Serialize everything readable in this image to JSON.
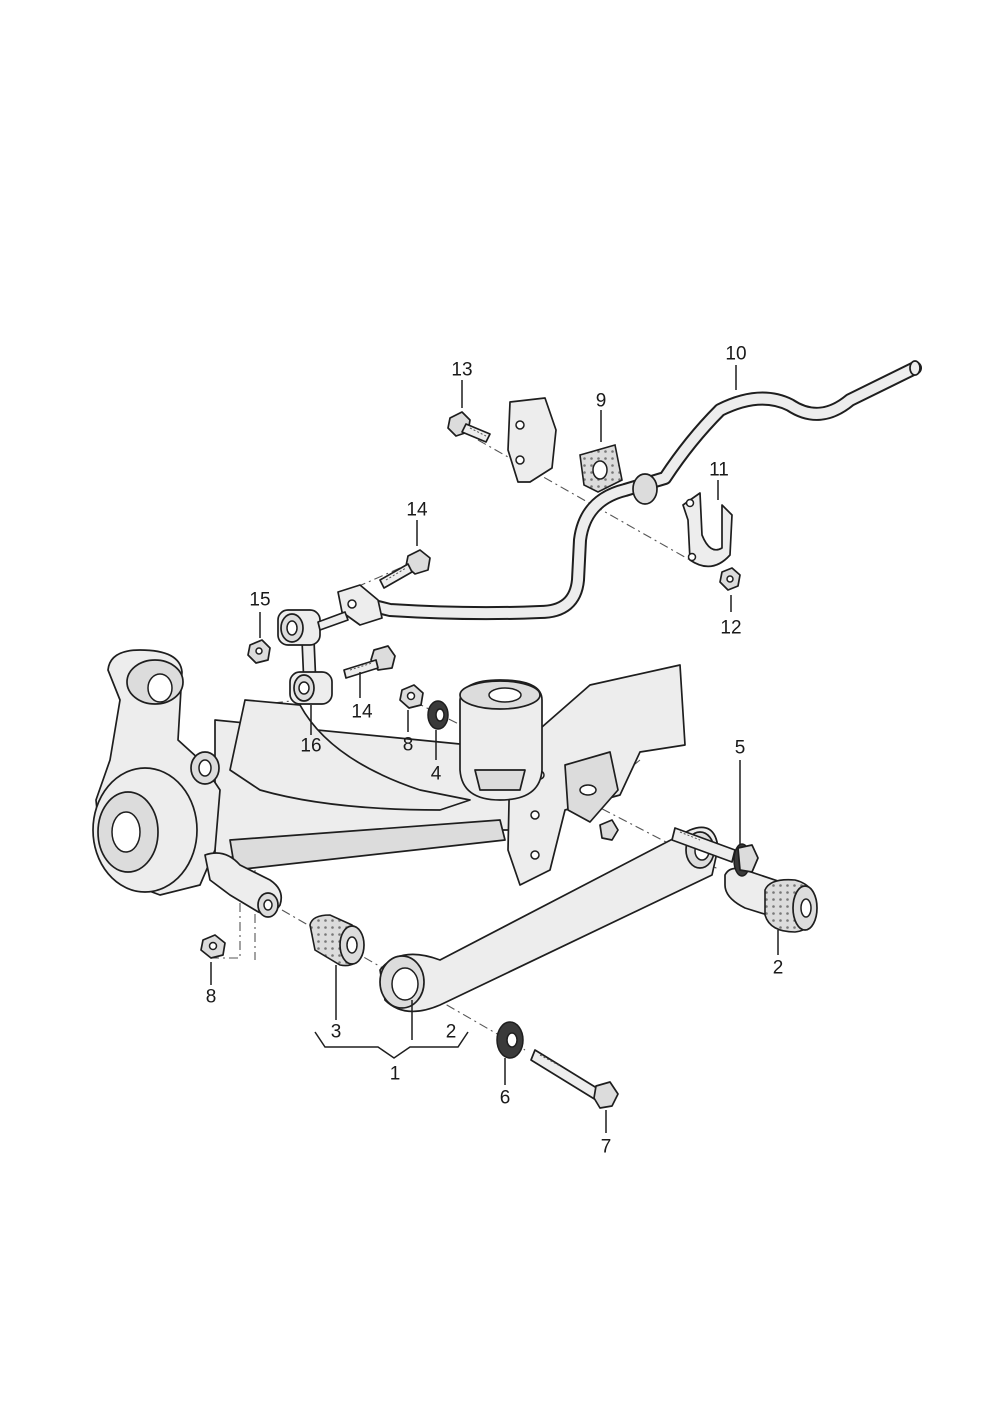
{
  "callouts": [
    {
      "id": "c1",
      "text": "1"
    },
    {
      "id": "c2a",
      "text": "2"
    },
    {
      "id": "c2b",
      "text": "2"
    },
    {
      "id": "c3",
      "text": "3"
    },
    {
      "id": "c4",
      "text": "4"
    },
    {
      "id": "c5",
      "text": "5"
    },
    {
      "id": "c6",
      "text": "6"
    },
    {
      "id": "c7",
      "text": "7"
    },
    {
      "id": "c8a",
      "text": "8"
    },
    {
      "id": "c8b",
      "text": "8"
    },
    {
      "id": "c9",
      "text": "9"
    },
    {
      "id": "c10",
      "text": "10"
    },
    {
      "id": "c11",
      "text": "11"
    },
    {
      "id": "c12",
      "text": "12"
    },
    {
      "id": "c13",
      "text": "13"
    },
    {
      "id": "c14a",
      "text": "14"
    },
    {
      "id": "c14b",
      "text": "14"
    },
    {
      "id": "c15",
      "text": "15"
    },
    {
      "id": "c16",
      "text": "16"
    }
  ],
  "colors": {
    "line": "#1e1e1e",
    "fill": "#ededed",
    "shade": "#dcdcdc",
    "background": "#ffffff"
  }
}
